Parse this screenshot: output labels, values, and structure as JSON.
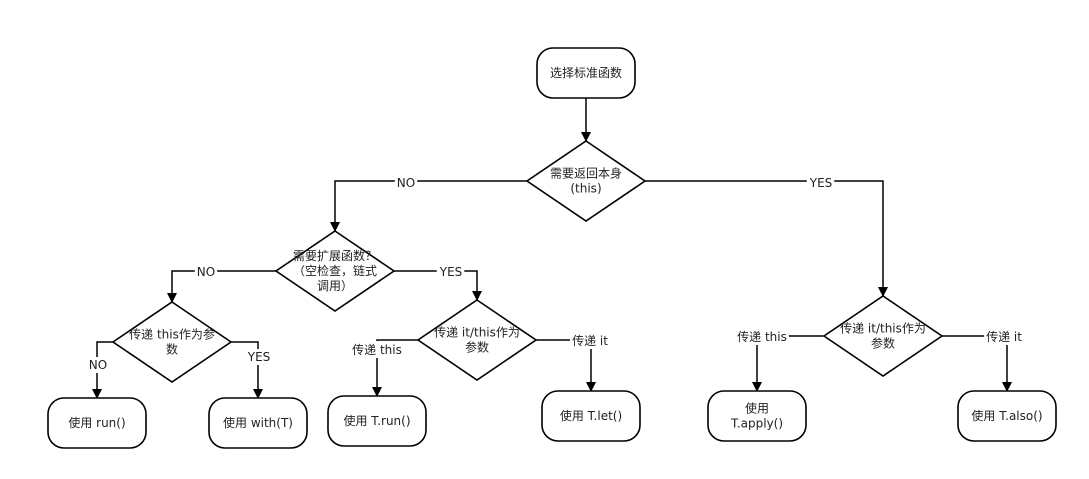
{
  "colors": {
    "stroke": "#000000",
    "fill": "#ffffff",
    "text": "#222222",
    "edge_label_bg": "#ffffff"
  },
  "nodes": {
    "start": {
      "shape": "rounded-rect",
      "lines": [
        "选择标准函数"
      ]
    },
    "need_return_this": {
      "shape": "diamond",
      "lines": [
        "需要返回本身",
        "(this)"
      ]
    },
    "need_extension": {
      "shape": "diamond",
      "lines": [
        "需要扩展函数？",
        "（空检查，链式",
        "调用）"
      ]
    },
    "pass_this_left": {
      "shape": "diamond",
      "lines": [
        "传递 this作为参",
        "数"
      ]
    },
    "pass_it_this_mid": {
      "shape": "diamond",
      "lines": [
        "传递 it/this作为",
        "参数"
      ]
    },
    "pass_it_this_right": {
      "shape": "diamond",
      "lines": [
        "传递 it/this作为",
        "参数"
      ]
    },
    "use_run": {
      "shape": "rounded-rect",
      "lines": [
        "使用 run()"
      ]
    },
    "use_with": {
      "shape": "rounded-rect",
      "lines": [
        "使用 with(T)"
      ]
    },
    "use_t_run": {
      "shape": "rounded-rect",
      "lines": [
        "使用 T.run()"
      ]
    },
    "use_t_let": {
      "shape": "rounded-rect",
      "lines": [
        "使用 T.let()"
      ]
    },
    "use_t_apply": {
      "shape": "rounded-rect",
      "lines": [
        "使用",
        "T.apply()"
      ]
    },
    "use_t_also": {
      "shape": "rounded-rect",
      "lines": [
        "使用 T.also()"
      ]
    }
  },
  "edge_labels": {
    "no_1": "NO",
    "yes_1": "YES",
    "no_2": "NO",
    "yes_2": "YES",
    "no_3": "NO",
    "yes_3": "YES",
    "pass_this_mid": "传递 this",
    "pass_it_mid": "传递 it",
    "pass_this_right": "传递 this",
    "pass_it_right": "传递 it"
  }
}
